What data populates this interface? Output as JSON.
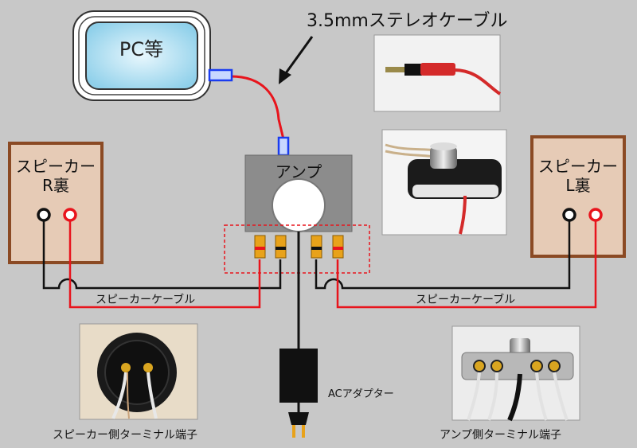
{
  "pc": {
    "label": "PC等"
  },
  "cable_title": "3.5mmステレオケーブル",
  "amp": {
    "label": "アンプ"
  },
  "speaker_right": {
    "line1": "スピーカー",
    "line2": "R裏"
  },
  "speaker_left": {
    "line1": "スピーカー",
    "line2": "L裏"
  },
  "speaker_cable_label": "スピーカーケーブル",
  "adapter_label": "ACアダプター",
  "speaker_terminal_label": "スピーカー側ターミナル端子",
  "amp_terminal_label": "アンプ側ターミナル端子",
  "colors": {
    "background": "#c8c8c8",
    "pc_screen": "#9ed8ee",
    "speaker_fill": "#e6cbb6",
    "speaker_border": "#8b4a24",
    "amp_fill": "#8c8c8c",
    "cable_red": "#e8141c",
    "cable_black": "#111111",
    "jack_blue": "#1a3cf0",
    "terminal_gold": "#e8a21a"
  }
}
